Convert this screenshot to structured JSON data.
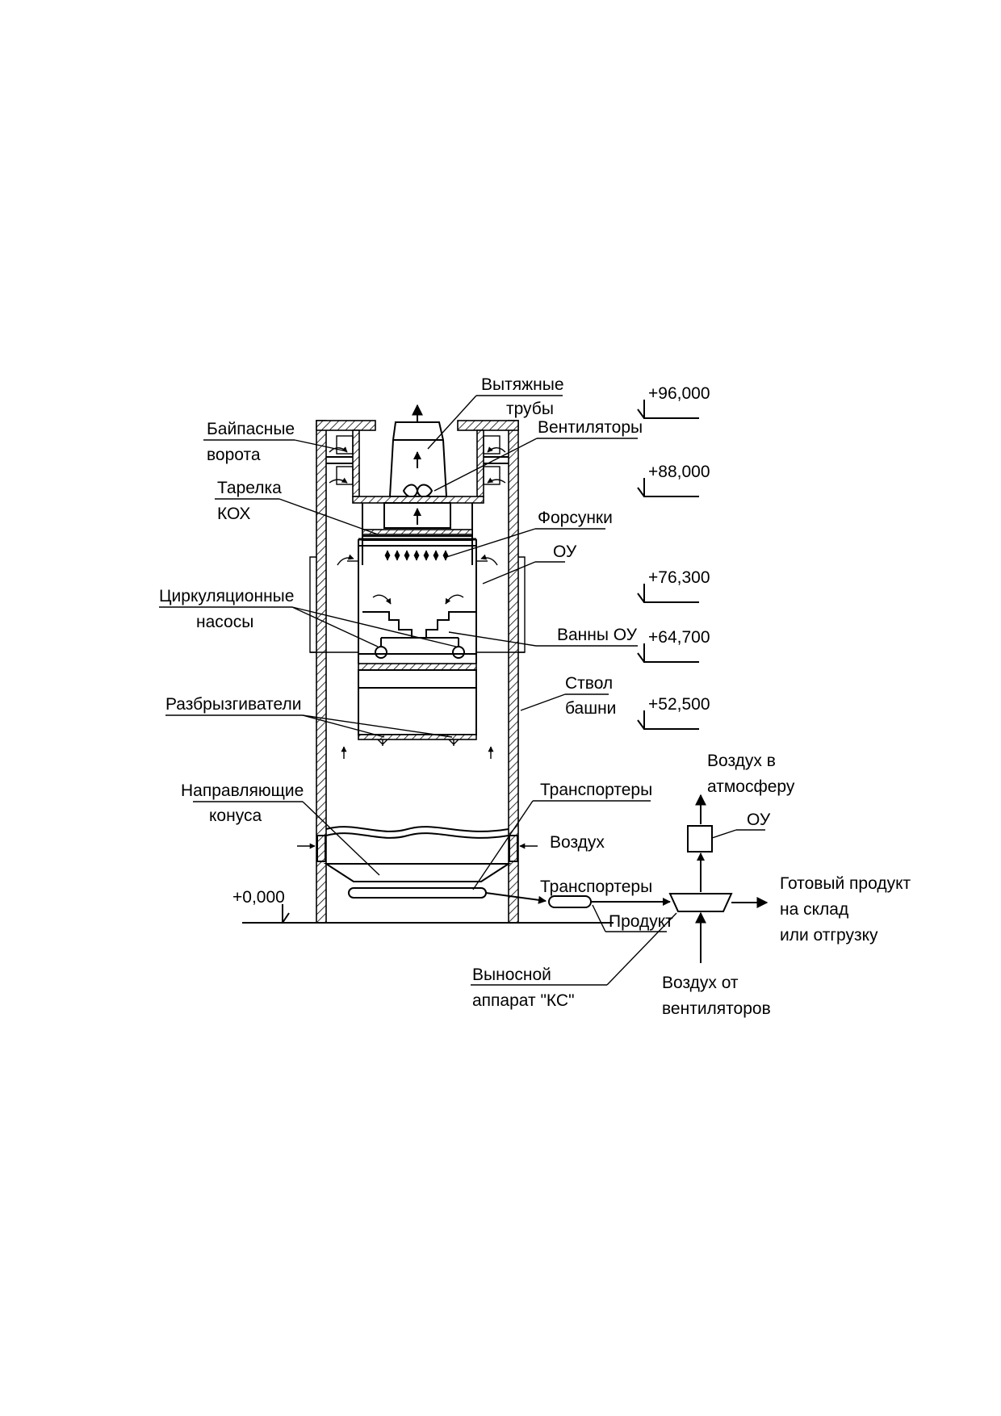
{
  "diagram": {
    "labels": {
      "exhaust_pipes": [
        "Вытяжные",
        "трубы"
      ],
      "fans": "Вентиляторы",
      "bypass_gates": [
        "Байпасные",
        "ворота"
      ],
      "plate": [
        "Тарелка",
        "КОХ"
      ],
      "nozzles": "Форсунки",
      "ou_top": "ОУ",
      "circ_pumps": [
        "Циркуляционные",
        "насосы"
      ],
      "baths": "Ванны ОУ",
      "shaft": [
        "Ствол",
        "башни"
      ],
      "sprayers": "Разбрызгиватели",
      "guide_cones": [
        "Направляющие",
        "конуса"
      ],
      "conveyors_top": "Транспортеры",
      "air": "Воздух",
      "conveyors_bottom": "Транспортеры",
      "product": "Продукт",
      "remote_device": [
        "Выносной",
        "аппарат \"КС\""
      ],
      "air_from_fans": [
        "Воздух от",
        "вентиляторов"
      ],
      "air_to_atm": [
        "Воздух в",
        "атмосферу"
      ],
      "ou_right": "ОУ",
      "finished_product": [
        "Готовый продукт",
        "на склад",
        "или отгрузку"
      ]
    },
    "elevations": [
      "+96,000",
      "+88,000",
      "+76,300",
      "+64,700",
      "+52,500",
      "+0,000"
    ]
  }
}
